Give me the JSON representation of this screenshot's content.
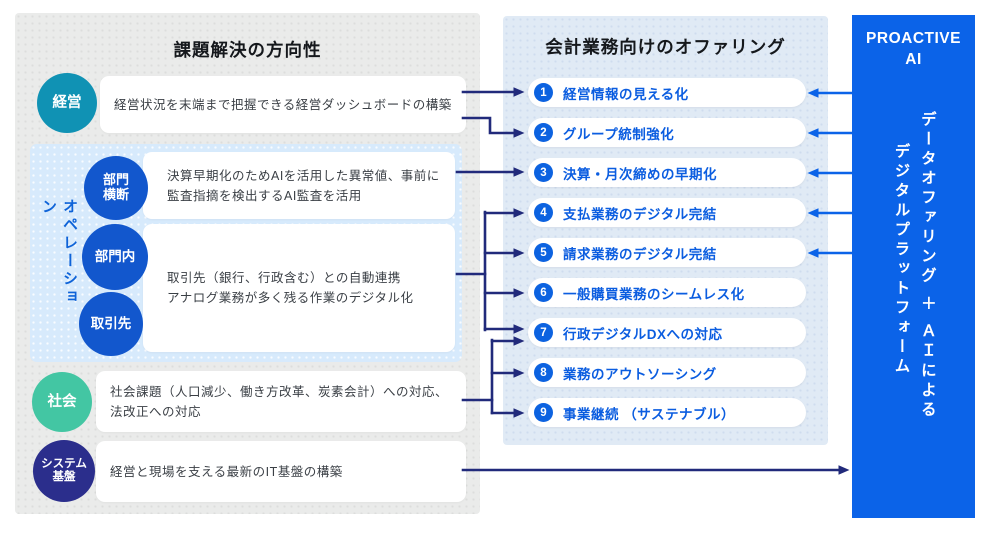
{
  "left_panel": {
    "title": "課題解決の方向性",
    "keiei": {
      "badge": "経営",
      "text": "経営状況を末端まで把握できる経営ダッシュボードの構築"
    },
    "operations": {
      "label": "オペレーション",
      "odan": {
        "badge_line1": "部門",
        "badge_line2": "横断",
        "text": "決算早期化のためAIを活用した異常値、事前に\n監査指摘を検出するAI監査を活用"
      },
      "inner": {
        "badge_bumonnai": "部門内",
        "badge_torihikisaki": "取引先",
        "text": "取引先（銀行、行政含む）との自動連携\nアナログ業務が多く残る作業のデジタル化"
      }
    },
    "shakai": {
      "badge": "社会",
      "text": "社会課題（人口減少、働き方改革、炭素会計）への対応、法改正への対応"
    },
    "system": {
      "badge_line1": "システム",
      "badge_line2": "基盤",
      "text": "経営と現場を支える最新のIT基盤の構築"
    }
  },
  "offerings_panel": {
    "title": "会計業務向けのオファリング",
    "items": [
      {
        "number": "1",
        "label": "経営情報の見える化"
      },
      {
        "number": "2",
        "label": "グループ統制強化"
      },
      {
        "number": "3",
        "label": "決算・月次締めの早期化"
      },
      {
        "number": "4",
        "label": "支払業務のデジタル完結"
      },
      {
        "number": "5",
        "label": "請求業務のデジタル完結"
      },
      {
        "number": "6",
        "label": "一般購買業務のシームレス化"
      },
      {
        "number": "7",
        "label": "行政デジタルDXへの対応"
      },
      {
        "number": "8",
        "label": "業務のアウトソーシング"
      },
      {
        "number": "9",
        "label": "事業継続 （サステナブル）"
      }
    ]
  },
  "right_panel": {
    "title_line1": "PROACTIVE",
    "title_line2": "AI",
    "vertical_text_col1": "データオファリング ＋ ＡＩによる",
    "vertical_text_col2": "デジタルプラットフォーム"
  },
  "connections": {
    "keiei_to_offerings": [
      1,
      2
    ],
    "bumon_odan_to_offerings": [
      3
    ],
    "bumonnai_torihikisaki_to_offerings": [
      4,
      5,
      6,
      7
    ],
    "shakai_to_offerings": [
      7,
      8,
      9
    ],
    "system_kiban_to": "proactive_ai",
    "proactive_ai_to_offerings": [
      1,
      2,
      3,
      4,
      5
    ]
  },
  "colors": {
    "accent_blue": "#0b63e8",
    "navy_arrow": "#212a7b",
    "teal_circle": "#1092b4",
    "blue_circle": "#1257cd",
    "green_circle": "#43c6a3",
    "navy_circle": "#2b2e8c",
    "left_panel_bg": "#eaebea",
    "mid_panel_bg": "#e0eaf5",
    "ops_section_bg": "#d7eafc"
  }
}
